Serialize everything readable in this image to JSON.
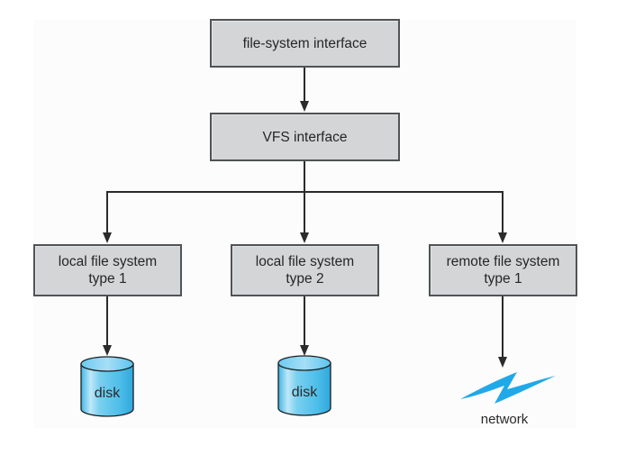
{
  "diagram": {
    "nodes": {
      "fs_interface": {
        "label": "file-system interface"
      },
      "vfs_interface": {
        "label": "VFS interface"
      },
      "local_fs_1": {
        "label": "local file system\ntype 1"
      },
      "local_fs_2": {
        "label": "local file system\ntype 2"
      },
      "remote_fs_1": {
        "label": "remote file system\ntype 1"
      },
      "disk_1": {
        "label": "disk"
      },
      "disk_2": {
        "label": "disk"
      },
      "network": {
        "label": "network",
        "icon": "lightning-bolt-icon"
      }
    },
    "edges": [
      {
        "from": "file-system interface",
        "to": "VFS interface"
      },
      {
        "from": "VFS interface",
        "to": "local file system type 1"
      },
      {
        "from": "VFS interface",
        "to": "local file system type 2"
      },
      {
        "from": "VFS interface",
        "to": "remote file system type 1"
      },
      {
        "from": "local file system type 1",
        "to": "disk"
      },
      {
        "from": "local file system type 2",
        "to": "disk"
      },
      {
        "from": "remote file system type 1",
        "to": "network"
      }
    ],
    "colors": {
      "box_fill": "#d3d5d6",
      "box_border": "#505356",
      "line": "#2b2b2b",
      "disk": "#4fc0ea",
      "network_bolt": "#1fa9e8"
    }
  }
}
